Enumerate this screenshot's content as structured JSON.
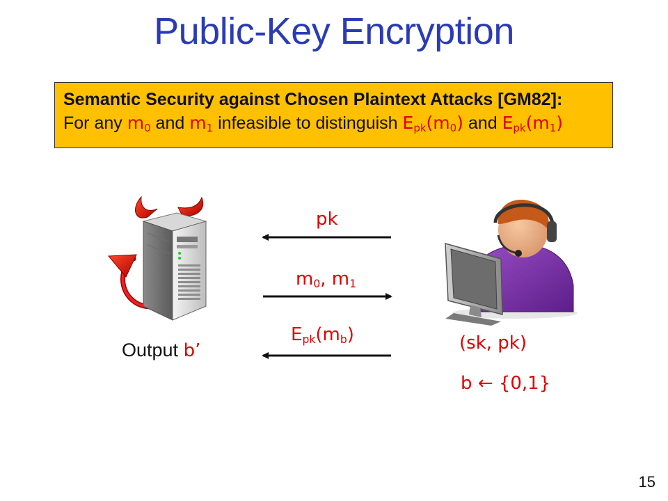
{
  "slide": {
    "title": "Public-Key Encryption",
    "page_number": "15"
  },
  "definition": {
    "heading": "Semantic Security against Chosen Plaintext Attacks [GM82]:",
    "prefix": "For any ",
    "m0_base": "m",
    "m0_sub": "0",
    "and1": " and ",
    "m1_base": "m",
    "m1_sub": "1",
    "middle": " infeasible to distinguish ",
    "e0_base": "E",
    "e0_sub": "pk",
    "e0_open": "(m",
    "e0_msub": "0",
    "e0_close": ")",
    "and2": " and ",
    "e1_base": "E",
    "e1_sub": "pk",
    "e1_open": "(m",
    "e1_msub": "1",
    "e1_close": ")"
  },
  "protocol": {
    "msg1": "pk",
    "msg2_a": "m",
    "msg2_a_sub": "0",
    "msg2_sep": ", m",
    "msg2_b_sub": "1",
    "msg3_base": "E",
    "msg3_sub": "pk",
    "msg3_open": "(m",
    "msg3_msub": "b",
    "msg3_close": ")",
    "challenger_keys": "(sk, pk)",
    "challenger_bit": "b ← {0,1}",
    "adversary_output_label": "Output",
    "adversary_output_value": "b’"
  },
  "colors": {
    "title": "#2b3bb5",
    "highlight_box": "#ffc000",
    "math_red": "#e00000",
    "arrow": "#111111"
  },
  "icons": {
    "adversary": "devil-server-icon",
    "challenger": "person-at-computer-icon"
  }
}
